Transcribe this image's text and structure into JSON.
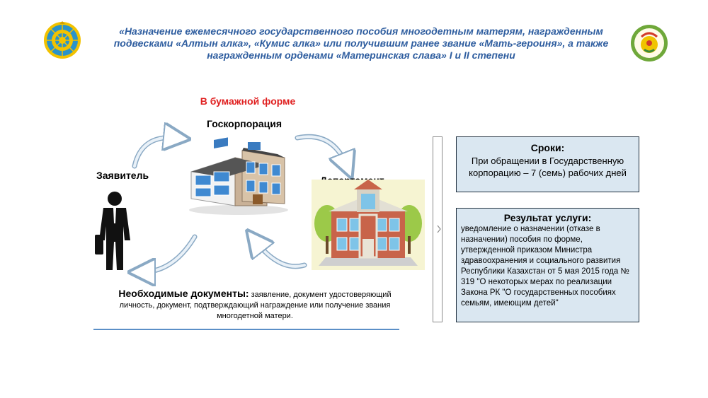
{
  "header": {
    "title": "«Назначение ежемесячного государственного пособия многодетным матерям, награжденным подвесками «Алтын алка», «Кумис алка» или получившим ранее звание «Мать-героиня», а также награжденным орденами «Материнская слава» I и II степени"
  },
  "emblems": {
    "left": "kazakhstan-state-emblem",
    "right": "ministry-emblem"
  },
  "diagram": {
    "paper_form_label": "В бумажной форме",
    "goskorp_label": "Госкорпорация",
    "applicant_label": "Заявитель",
    "department_label": "Департамент"
  },
  "documents": {
    "heading": "Необходимые документы:",
    "text": " заявление, документ удостоверяющий личность, документ, подтверждающий награждение или получение звания многодетной матери."
  },
  "terms_box": {
    "title": "Сроки:",
    "text": "При обращении в Государственную корпорацию – 7 (семь) рабочих дней"
  },
  "result_box": {
    "title": "Результат услуги:",
    "text": "уведомление о назначении (отказе в назначении) пособия по форме, утвержденной приказом Министра здравоохранения и социального развития Республики Казахстан от 5 мая 2015 года № 319 \"О некоторых мерах по реализации Закона РК \"О государственных пособиях семьям, имеющим детей\""
  },
  "colors": {
    "title_blue": "#2e5d9f",
    "accent_red": "#e02020",
    "box_fill": "#dae7f1",
    "arrow_blue": "#c5d8ea"
  }
}
